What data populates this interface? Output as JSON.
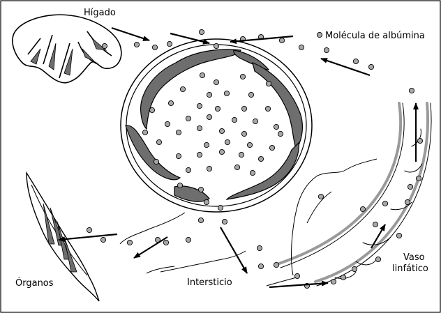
{
  "labels": {
    "liver": "Hígado",
    "albumin": "Molécula de albúmina",
    "organs": "Órganos",
    "interstitium": "Intersticio",
    "lymph_vessel_line1": "Vaso",
    "lymph_vessel_line2": "linfático"
  },
  "colors": {
    "stroke": "#000000",
    "cell_fill": "#6e6e6e",
    "dot_fill": "#a8a8a8",
    "vessel_wall": "#9a9a9a"
  },
  "icons": [
    "albumin-dot-icon",
    "arrow-icon"
  ]
}
